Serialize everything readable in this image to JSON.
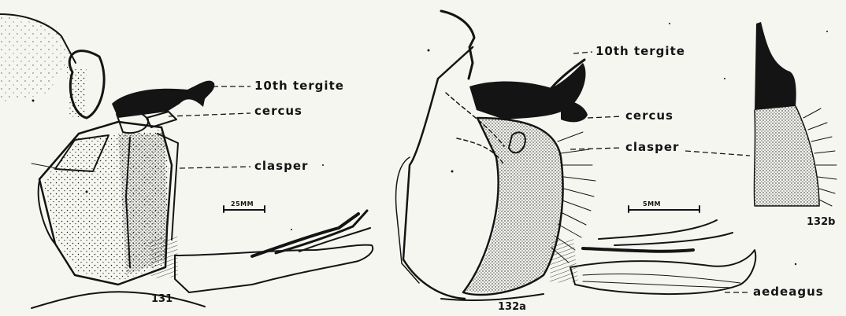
{
  "figures": [
    {
      "number": "131",
      "labels": {
        "tergite": "10th tergite",
        "cercus": "cercus",
        "clasper": "clasper"
      },
      "scale_bar": "25MM"
    },
    {
      "number": "132a",
      "labels": {
        "tergite": "10th tergite",
        "cercus": "cercus",
        "clasper": "clasper",
        "aedeagus": "aedeagus"
      },
      "scale_bar": "5MM"
    },
    {
      "number": "132b"
    }
  ],
  "colors": {
    "ink": "#141414",
    "paper": "#f6f6f1"
  }
}
